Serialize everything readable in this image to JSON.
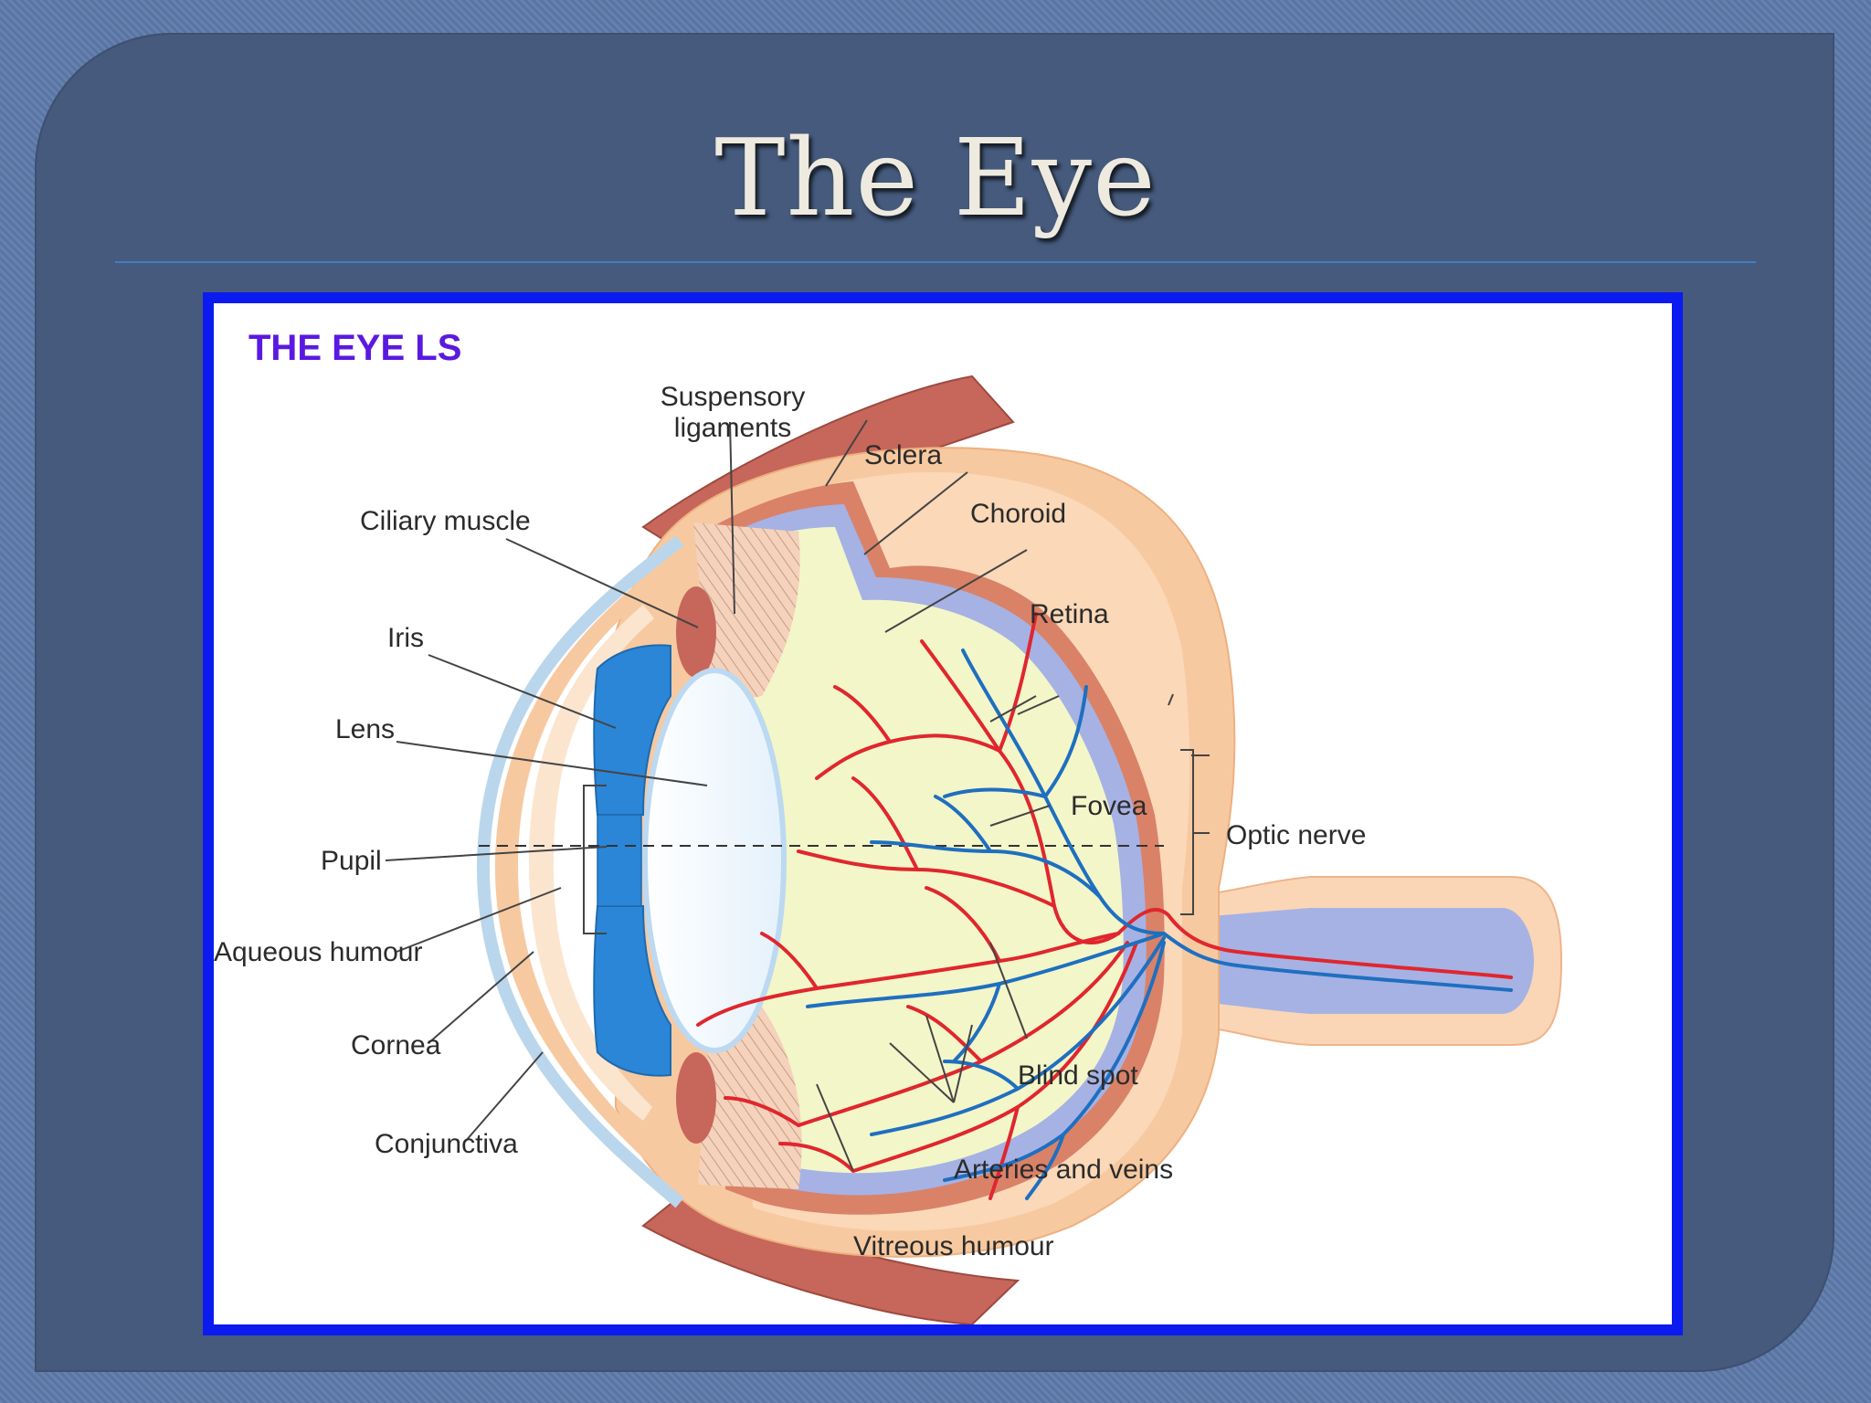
{
  "slide": {
    "title": "The Eye"
  },
  "diagram": {
    "heading": "THE EYE  LS",
    "labels": {
      "suspensory_line1": "Suspensory",
      "suspensory_line2": "ligaments",
      "ciliary_muscle": "Ciliary muscle",
      "iris": "Iris",
      "lens": "Lens",
      "pupil": "Pupil",
      "aqueous_humour": "Aqueous humour",
      "cornea": "Cornea",
      "conjunctiva": "Conjunctiva",
      "sclera": "Sclera",
      "choroid": "Choroid",
      "retina": "Retina",
      "fovea": "Fovea",
      "optic_nerve": "Optic nerve",
      "blind_spot": "Blind spot",
      "arteries_and_veins": "Arteries and veins",
      "vitreous_humour": "Vitreous humour"
    }
  },
  "colors": {
    "slide_bg": "#455a7c",
    "frame_border": "#0b1bf0",
    "heading": "#5a19e0",
    "artery": "#e0262e",
    "vein": "#1f6fc0",
    "iris": "#2b86d8",
    "vitreous": "#f3f6c8",
    "sclera": "#f7c9a0",
    "choroid": "#d98268",
    "retina": "#a6b2e4",
    "muscle": "#c7665a"
  }
}
